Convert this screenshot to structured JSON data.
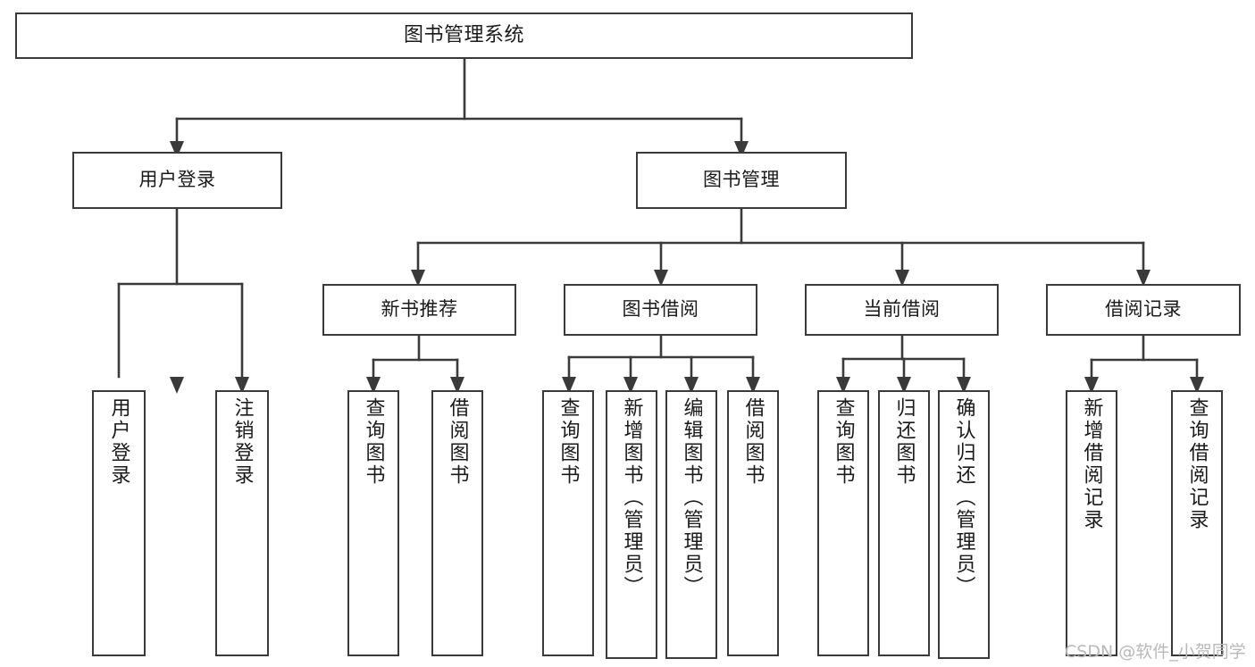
{
  "diagram": {
    "type": "tree",
    "title": "图书管理系统",
    "watermark": "CSDN @软件_小贺同学",
    "colors": {
      "box_border": "#3a3a3a",
      "box_fill": "#ffffff",
      "line": "#3a3a3a",
      "text": "#1a1a1a",
      "watermark": "#b9b9b9"
    },
    "nodes": {
      "root": {
        "label": "图书管理系统"
      },
      "level2": [
        {
          "id": "user-login",
          "label": "用户登录"
        },
        {
          "id": "book-manage",
          "label": "图书管理"
        }
      ],
      "level3": [
        {
          "id": "new-book-recommend",
          "label": "新书推荐"
        },
        {
          "id": "book-borrow",
          "label": "图书借阅"
        },
        {
          "id": "current-borrow",
          "label": "当前借阅"
        },
        {
          "id": "borrow-record",
          "label": "借阅记录"
        }
      ],
      "leaves": {
        "user-login": [
          {
            "id": "leaf-user-login",
            "label": "用户登录"
          },
          {
            "id": "leaf-user-logout",
            "label": "注销登录"
          }
        ],
        "new-book-recommend": [
          {
            "id": "leaf-query-book-1",
            "label": "查询图书"
          },
          {
            "id": "leaf-borrow-book-1",
            "label": "借阅图书"
          }
        ],
        "book-borrow": [
          {
            "id": "leaf-query-book-2",
            "label": "查询图书"
          },
          {
            "id": "leaf-add-book",
            "label": "新增图书（管理员）"
          },
          {
            "id": "leaf-edit-book",
            "label": "编辑图书（管理员）"
          },
          {
            "id": "leaf-borrow-book-2",
            "label": "借阅图书"
          }
        ],
        "current-borrow": [
          {
            "id": "leaf-query-book-3",
            "label": "查询图书"
          },
          {
            "id": "leaf-return-book",
            "label": "归还图书"
          },
          {
            "id": "leaf-confirm-return",
            "label": "确认归还（管理员）"
          }
        ],
        "borrow-record": [
          {
            "id": "leaf-add-record",
            "label": "新增借阅记录"
          },
          {
            "id": "leaf-query-record",
            "label": "查询借阅记录"
          }
        ]
      }
    }
  }
}
